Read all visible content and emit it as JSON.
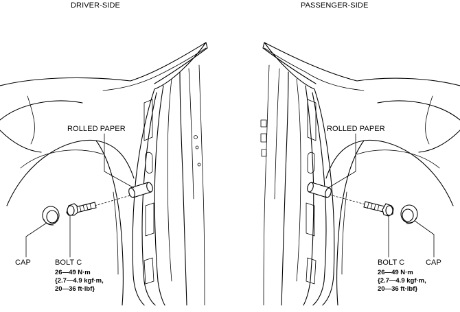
{
  "headings": {
    "driver": "DRIVER-SIDE",
    "passenger": "PASSENGER-SIDE"
  },
  "driver": {
    "rolled_paper": "ROLLED PAPER",
    "cap": "CAP",
    "bolt": "BOLT C",
    "torque": [
      "26—49 N·m",
      "{2.7—4.9 kgf·m,",
      "20—36 ft·lbf}"
    ]
  },
  "passenger": {
    "rolled_paper": "ROLLED PAPER",
    "cap": "CAP",
    "bolt": "BOLT C",
    "torque": [
      "26—49 N·m",
      "{2.7—4.9 kgf·m,",
      "20—36 ft·lbf}"
    ]
  }
}
